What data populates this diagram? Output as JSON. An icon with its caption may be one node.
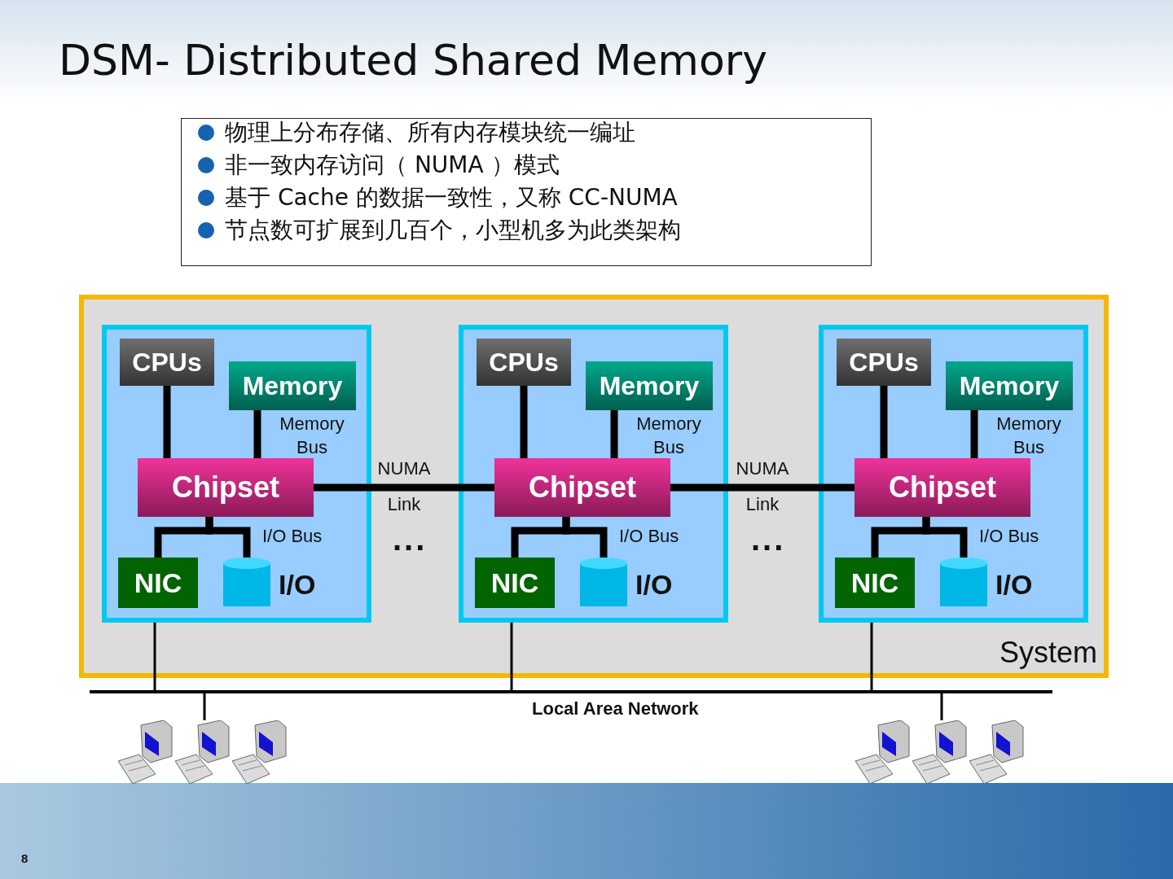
{
  "diagram": {
    "title": "DSM- Distributed Shared Memory",
    "nodes": [
      {
        "text": [
          "物理上分布存储、所有内存模块统一编址",
          "非一致内存访问（ NUMA ）模式",
          "基于 Cache 的数据一致性，又称 CC-NUMA",
          "节点数可扩展到几百个，小型机多为此类架构"
        ]
      },
      {
        "text": [
          "System"
        ]
      },
      {
        "text": [],
        "shape": "box",
        "in": 1
      },
      {
        "text": [
          "CPUs"
        ],
        "in": 2
      },
      {
        "text": [
          "Memory"
        ],
        "in": 2
      },
      {
        "text": [
          "Chipset"
        ],
        "in": 2
      },
      {
        "text": [
          "NIC"
        ],
        "in": 2
      },
      {
        "text": [],
        "shape": "cylinder",
        "beside": [
          "I/O"
        ],
        "in": 2
      },
      {
        "text": [],
        "shape": "box",
        "in": 1
      },
      {
        "text": [
          "CPUs"
        ],
        "in": 8
      },
      {
        "text": [
          "Memory"
        ],
        "in": 8
      },
      {
        "text": [
          "Chipset"
        ],
        "in": 8
      },
      {
        "text": [
          "NIC"
        ],
        "in": 8
      },
      {
        "text": [],
        "shape": "cylinder",
        "beside": [
          "I/O"
        ],
        "in": 8
      },
      {
        "text": [],
        "shape": "box",
        "in": 1
      },
      {
        "text": [
          "CPUs"
        ],
        "in": 14
      },
      {
        "text": [
          "Memory"
        ],
        "in": 14
      },
      {
        "text": [
          "Chipset"
        ],
        "in": 14
      },
      {
        "text": [
          "NIC"
        ],
        "in": 14
      },
      {
        "text": [],
        "shape": "cylinder",
        "beside": [
          "I/O"
        ],
        "in": 14
      },
      {
        "text": [
          "Local Area Network"
        ]
      },
      {
        "text": [],
        "shape": "picture"
      },
      {
        "text": [],
        "shape": "picture"
      },
      {
        "text": [],
        "shape": "picture"
      },
      {
        "text": [],
        "shape": "picture"
      },
      {
        "text": [],
        "shape": "picture"
      },
      {
        "text": [],
        "shape": "picture"
      }
    ],
    "edges": [
      {
        "from": 3,
        "to": 5,
        "arrow": "none"
      },
      {
        "from": 4,
        "to": 5,
        "arrow": "none",
        "label": "Memory Bus"
      },
      {
        "from": 5,
        "to": 6,
        "arrow": "none"
      },
      {
        "from": 5,
        "to": 7,
        "arrow": "none",
        "label": "I/O Bus"
      },
      {
        "from": 9,
        "to": 11,
        "arrow": "none"
      },
      {
        "from": 10,
        "to": 11,
        "arrow": "none",
        "label": "Memory Bus"
      },
      {
        "from": 11,
        "to": 12,
        "arrow": "none"
      },
      {
        "from": 11,
        "to": 13,
        "arrow": "none",
        "label": "I/O Bus"
      },
      {
        "from": 15,
        "to": 17,
        "arrow": "none"
      },
      {
        "from": 16,
        "to": 17,
        "arrow": "none",
        "label": "Memory Bus"
      },
      {
        "from": 17,
        "to": 18,
        "arrow": "none"
      },
      {
        "from": 17,
        "to": 19,
        "arrow": "none",
        "label": "I/O Bus"
      },
      {
        "from": 5,
        "to": 11,
        "arrow": "none",
        "label": "NUMA Link"
      },
      {
        "from": 11,
        "to": 17,
        "arrow": "none",
        "label": "NUMA Link"
      },
      {
        "from": 2,
        "to": 20,
        "arrow": "none"
      },
      {
        "from": 8,
        "to": 20,
        "arrow": "none"
      },
      {
        "from": 14,
        "to": 20,
        "arrow": "none"
      },
      {
        "from": 20,
        "to": 22,
        "arrow": "none"
      },
      {
        "from": 20,
        "to": 25,
        "arrow": "none"
      }
    ],
    "labels": [
      "...",
      "...",
      "8"
    ]
  }
}
